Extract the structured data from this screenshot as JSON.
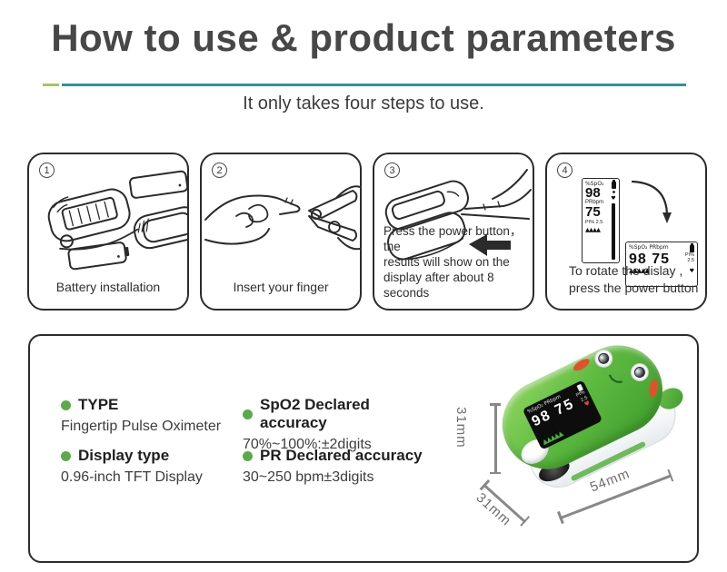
{
  "header": {
    "title": "How to use & product parameters",
    "subtitle": "It only takes four steps to use."
  },
  "colors": {
    "accent_teal": "#30929a",
    "accent_green": "#a6c463",
    "bullet_green": "#5aab49",
    "device_green": "#5cb93f",
    "cheek_red": "#e2512e",
    "heading_gray": "#474747"
  },
  "icons": {
    "heart": "♥"
  },
  "steps": [
    {
      "number": "1",
      "caption": "Battery installation"
    },
    {
      "number": "2",
      "caption": "Insert your finger"
    },
    {
      "number": "3",
      "lines": [
        "Press the power button，the",
        "results will show on the",
        "display after about 8 seconds"
      ]
    },
    {
      "number": "4",
      "lines": [
        "To rotate the dislay ,",
        "press the power button"
      ]
    }
  ],
  "step4_screens": {
    "vertical": {
      "spo2_label": "%SpO₂",
      "spo2_value": "98",
      "pr_label": "PRbpm",
      "pr_value": "75",
      "pi_label": "PI% 2.5",
      "waves": "▲▲▲▲"
    },
    "horizontal": {
      "top_label": "%SpO₂ PRbpm",
      "spo2_pr_values": "98 75",
      "pi_label": "PI%",
      "pi_value": "2.5",
      "waves": "▲▲▲▲▲"
    }
  },
  "parameters": [
    {
      "label": "TYPE",
      "value": "Fingertip Pulse Oximeter"
    },
    {
      "label": "Display type",
      "value": "0.96-inch TFT Display"
    },
    {
      "label": "SpO2 Declared accuracy",
      "value": "70%~100%:±2digits"
    },
    {
      "label": "PR Declared accuracy",
      "value": "30~250 bpm±3digits"
    }
  ],
  "product": {
    "screen": {
      "spo2_label": "%SpO₂",
      "pr_label": "PRbpm",
      "spo2_pr_values": "98 75",
      "pi_label": "PI%",
      "pi_value": "2.5",
      "waves": "▲▲▲▲▲"
    },
    "dimensions": {
      "height": "31mm",
      "depth": "31mm",
      "length": "54mm"
    }
  }
}
